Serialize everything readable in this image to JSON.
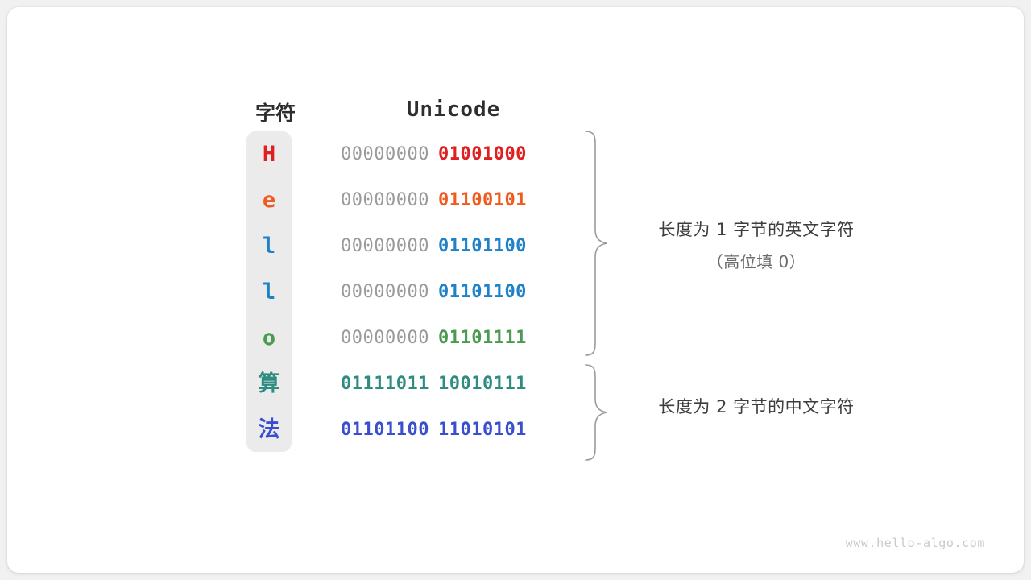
{
  "figure": {
    "headers": {
      "char_column": "字符",
      "code_column": "Unicode"
    },
    "rows": [
      {
        "char": "H",
        "color": "#e02020",
        "high_byte": "00000000",
        "low_byte": "01001000",
        "high_colored": false,
        "is_cjk": false
      },
      {
        "char": "e",
        "color": "#f05a1e",
        "high_byte": "00000000",
        "low_byte": "01100101",
        "high_colored": false,
        "is_cjk": false
      },
      {
        "char": "l",
        "color": "#1f82c8",
        "high_byte": "00000000",
        "low_byte": "01101100",
        "high_colored": false,
        "is_cjk": false
      },
      {
        "char": "l",
        "color": "#1f82c8",
        "high_byte": "00000000",
        "low_byte": "01101100",
        "high_colored": false,
        "is_cjk": false
      },
      {
        "char": "o",
        "color": "#4a9b50",
        "high_byte": "00000000",
        "low_byte": "01101111",
        "high_colored": false,
        "is_cjk": false
      },
      {
        "char": "算",
        "color": "#2f8c80",
        "high_byte": "01111011",
        "low_byte": "10010111",
        "high_colored": true,
        "is_cjk": true
      },
      {
        "char": "法",
        "color": "#3a4fd0",
        "high_byte": "01101100",
        "low_byte": "11010101",
        "high_colored": true,
        "is_cjk": true
      }
    ],
    "annotations": [
      {
        "line1": "长度为 1 字节的英文字符",
        "line2": "（高位填 0）"
      },
      {
        "line1": "长度为 2 字节的中文字符",
        "line2": ""
      }
    ],
    "watermark": "www.hello-algo.com"
  },
  "colors": {
    "card_background": "#ffffff",
    "page_background": "#f1f1f1",
    "char_column_background": "#ebebeb",
    "high_byte_gray": "#9a9a9a",
    "brace_stroke": "#9a9a9a",
    "header_text": "#2e2e2e",
    "annotation_text": "#3d3d3d",
    "annotation_subtext": "#6b6b6b",
    "watermark_text": "#c9c9c9"
  }
}
